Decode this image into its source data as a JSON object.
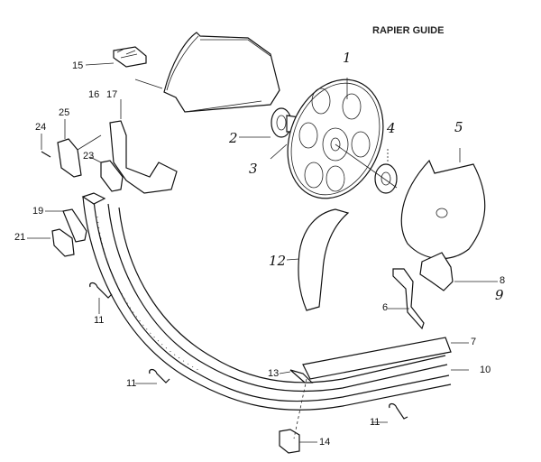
{
  "title": "RAPIER GUIDE",
  "labels": {
    "p1": "1",
    "p2": "2",
    "p3": "3",
    "p4": "4",
    "p5": "5",
    "p6": "6",
    "p7": "7",
    "p8": "8",
    "p9": "9",
    "p10": "10",
    "p11a": "11",
    "p11b": "11",
    "p11c": "11",
    "p12": "12",
    "p13": "13",
    "p14": "14",
    "p15": "15",
    "p16": "16",
    "p17": "17",
    "p19": "19",
    "p21": "21",
    "p23": "23",
    "p24": "24",
    "p25": "25"
  }
}
